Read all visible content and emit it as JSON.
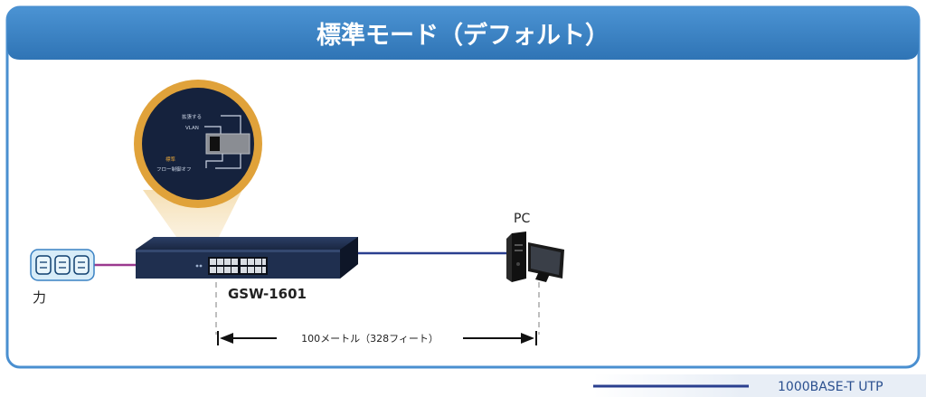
{
  "header": {
    "title": "標準モード（デフォルト）"
  },
  "zoom": {
    "label_expand": "拡張する",
    "label_vlan": "VLAN",
    "label_standard": "標準",
    "label_flow": "フロー制御オフ"
  },
  "power": {
    "label": "力"
  },
  "switch": {
    "model": "GSW-1601"
  },
  "pc": {
    "label": "PC"
  },
  "distance": {
    "label": "100メートル（328フィート）"
  },
  "legend": {
    "label": "1000BASE-T UTP"
  },
  "colors": {
    "header_blue": "#3a82c4",
    "frame_blue": "#4a8fd0",
    "power_cable": "#9b3a8f",
    "utp_cable": "#2a3f8f",
    "zoom_ring": "#e0a23a",
    "switch_body": "#1f2f4f"
  }
}
